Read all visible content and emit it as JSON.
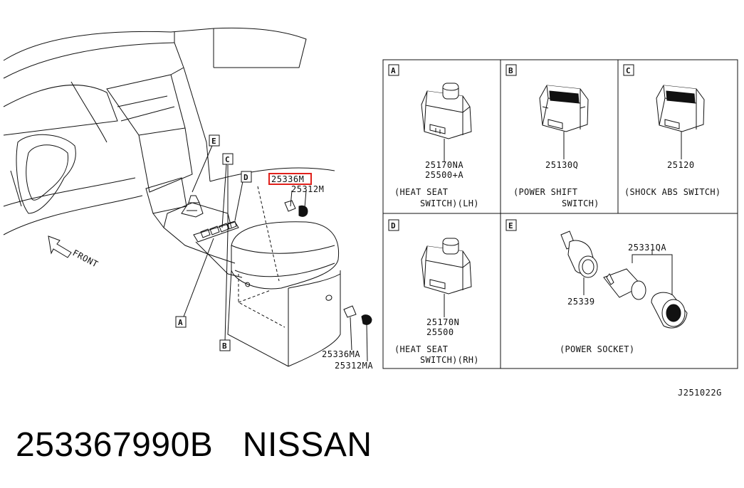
{
  "left_diagram": {
    "callouts": {
      "a": "A",
      "b": "B",
      "c": "C",
      "d": "D",
      "e": "E"
    },
    "front_label": "FRONT",
    "highlighted_part": "25336M",
    "parts": {
      "p1": "25312M",
      "p2": "25336MA",
      "p3": "25312MA"
    }
  },
  "panels": {
    "a": {
      "letter": "A",
      "part1": "25170NA",
      "part2": "25500+A",
      "caption1": "(HEAT SEAT",
      "caption2": "SWITCH)(LH)"
    },
    "b": {
      "letter": "B",
      "part1": "25130Q",
      "caption1": "(POWER SHIFT",
      "caption2": "SWITCH)"
    },
    "c": {
      "letter": "C",
      "part1": "25120",
      "caption1": "(SHOCK ABS SWITCH)"
    },
    "d": {
      "letter": "D",
      "part1": "25170N",
      "part2": "25500",
      "caption1": "(HEAT SEAT",
      "caption2": "SWITCH)(RH)"
    },
    "e": {
      "letter": "E",
      "part1": "25331QA",
      "part2": "25339",
      "caption1": "(POWER SOCKET)"
    }
  },
  "diagram_code": "J251022G",
  "footer": {
    "part_number": "253367990B",
    "brand": "NISSAN"
  },
  "colors": {
    "line": "#111111",
    "highlight": "#e0201b"
  }
}
